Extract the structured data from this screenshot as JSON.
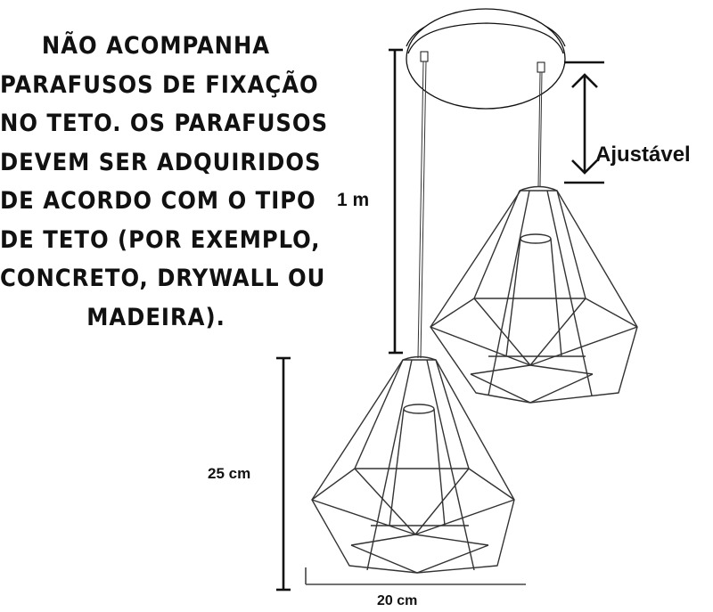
{
  "note": {
    "lines": [
      "NÃO ACOMPANHA",
      "PARAFUSOS DE FIXAÇÃO",
      "NO TETO. OS PARAFUSOS",
      "DEVEM SER ADQUIRIDOS",
      "DE ACORDO COM O TIPO",
      "DE TETO (POR EXEMPLO,",
      "CONCRETO, DRYWALL OU",
      "MADEIRA)."
    ]
  },
  "dimensions": {
    "adjustable": "Ajustável",
    "cable_length": "1 m",
    "height": "25 cm",
    "width": "20 cm"
  },
  "colors": {
    "ink": "#111111",
    "background": "#ffffff"
  }
}
